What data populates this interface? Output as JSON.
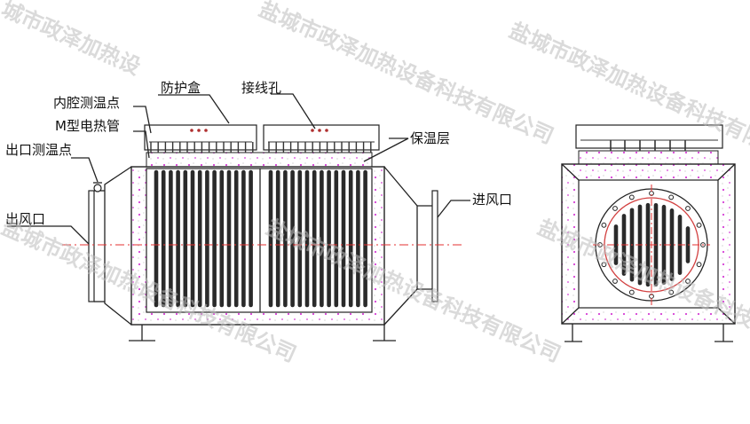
{
  "labels": {
    "inner_temp_point": "内腔测温点",
    "protective_box": "防护盒",
    "wiring_hole": "接线孔",
    "m_heating_tube": "M型电热管",
    "outlet_temp_point": "出口测温点",
    "insulation_layer": "保温层",
    "air_outlet": "出风口",
    "air_inlet": "进风口"
  },
  "watermark": {
    "text_full": "盐城市政泽加热设备科技有限公司",
    "frag_1": "城市政泽加热设",
    "frag_2": "盐城市政泽加热设备科技有限公司",
    "frag_3": "盐城市政泽加热设备科技有限公司",
    "frag_4": "盐城市政泽加热设备科技有限公司",
    "frag_5": "盐城市政泽加热设备科技有限公司",
    "frag_6": "盐城市政泽加热设备科技有限公司"
  },
  "colors": {
    "line": "#222222",
    "insulation_dots": "#d63fd6",
    "centerline": "#e53030",
    "flange_ring": "#d24040",
    "tube": "#333333",
    "watermark": "#bdbdbd"
  }
}
